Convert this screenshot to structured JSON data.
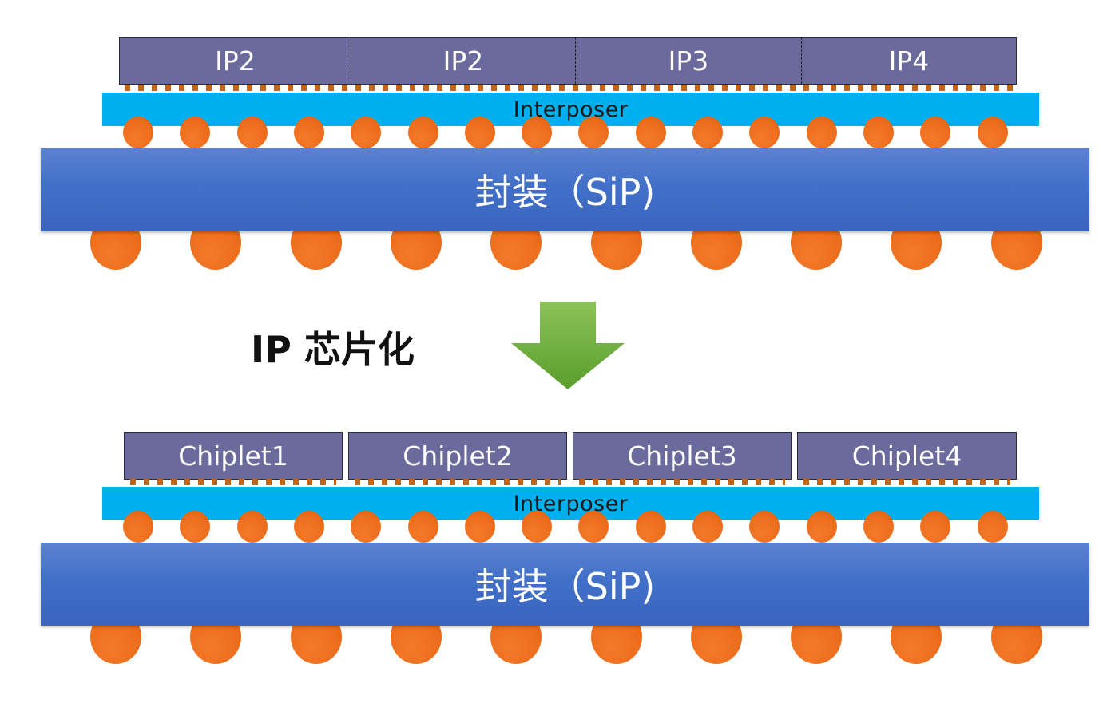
{
  "top_stack": {
    "ip_blocks": [
      "IP2",
      "IP2",
      "IP3",
      "IP4"
    ],
    "interposer_label": "Interposer",
    "package_label": "封装（SiP)"
  },
  "transition": {
    "label": "IP 芯片化",
    "arrow_icon": "down-arrow-icon",
    "arrow_color": "#6aad3a"
  },
  "bottom_stack": {
    "chiplets": [
      "Chiplet1",
      "Chiplet2",
      "Chiplet3",
      "Chiplet4"
    ],
    "interposer_label": "Interposer",
    "package_label": "封装（SiP)"
  },
  "colors": {
    "die": "#6a6a9c",
    "interposer": "#00b0ee",
    "package": "#4270c8",
    "solder": "#ec6d1c"
  }
}
